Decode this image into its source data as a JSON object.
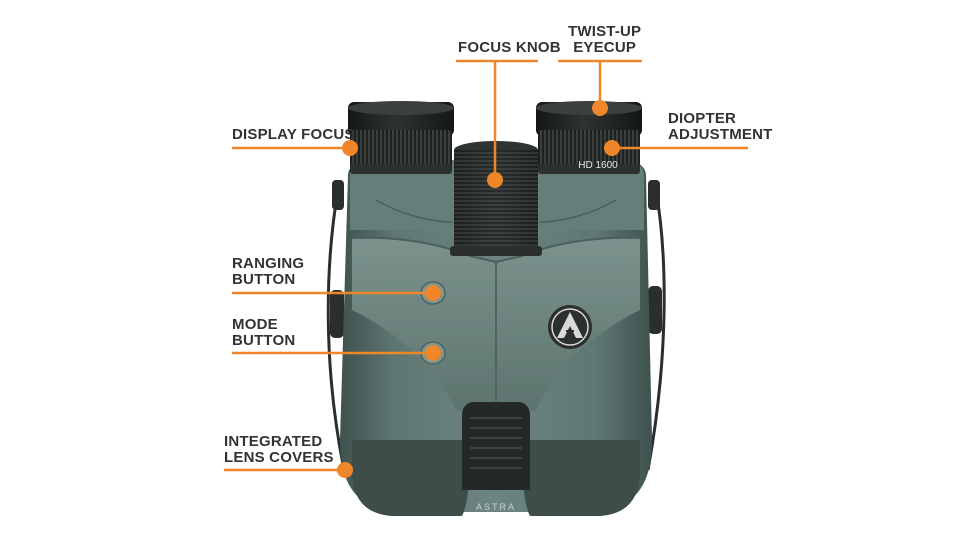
{
  "colors": {
    "accent": "#f0862a",
    "label_text": "#333333",
    "body": "#5f7772",
    "body_light": "#7a918c",
    "body_dark": "#3f524f",
    "rubber": "#1f2322",
    "background": "#ffffff"
  },
  "product": {
    "model_marking": "HD 1600",
    "brand_marking": "ASTRA",
    "logo": "astra-logo-icon"
  },
  "callouts": [
    {
      "id": "focus-knob",
      "lines": [
        "FOCUS KNOB"
      ]
    },
    {
      "id": "twist-up-eyecup",
      "lines": [
        "TWIST-UP",
        "EYECUP"
      ]
    },
    {
      "id": "diopter-adjustment",
      "lines": [
        "DIOPTER",
        "ADJUSTMENT"
      ]
    },
    {
      "id": "display-focus",
      "lines": [
        "DISPLAY FOCUS"
      ]
    },
    {
      "id": "ranging-button",
      "lines": [
        "RANGING",
        "BUTTON"
      ]
    },
    {
      "id": "mode-button",
      "lines": [
        "MODE",
        "BUTTON"
      ]
    },
    {
      "id": "integrated-lens-covers",
      "lines": [
        "INTEGRATED",
        "LENS COVERS"
      ]
    }
  ]
}
